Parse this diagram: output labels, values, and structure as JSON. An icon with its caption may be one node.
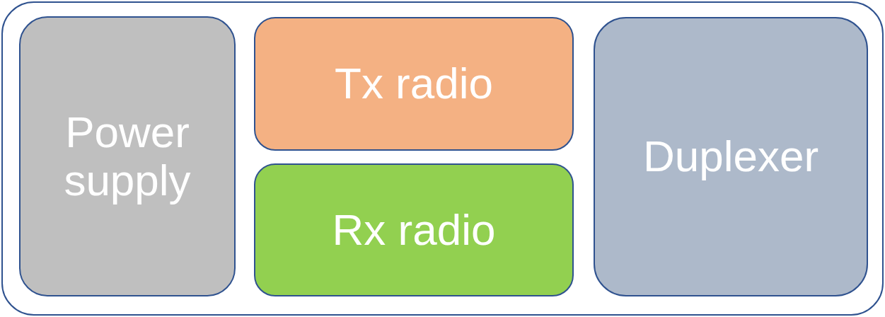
{
  "diagram": {
    "nodes": [
      {
        "text": [],
        "shape": "box"
      },
      {
        "text": [
          "Power supply"
        ],
        "in": 0
      },
      {
        "text": [
          "Tx radio"
        ],
        "in": 0
      },
      {
        "text": [
          "Rx radio"
        ],
        "in": 0
      },
      {
        "text": [
          "Duplexer"
        ],
        "in": 0
      }
    ],
    "edges": []
  }
}
